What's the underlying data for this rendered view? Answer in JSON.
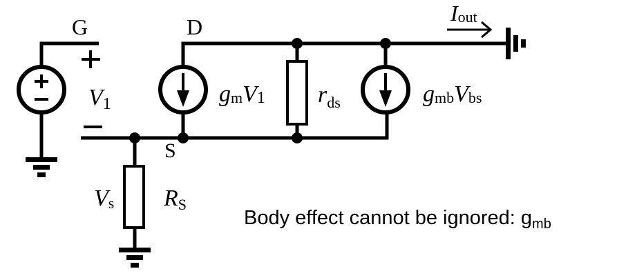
{
  "diagram": {
    "title": "Small-signal model of MOSFET with source degeneration and body effect",
    "nodes": {
      "gate": "G",
      "drain": "D",
      "source": "S"
    },
    "voltage_source": {
      "plus_label": "+",
      "minus_label": "−",
      "polarity_plus": "+",
      "polarity_minus": "−",
      "voltage_var": "V",
      "voltage_sub": "1"
    },
    "gm_source": {
      "coef": "g",
      "coef_sub": "m",
      "var": "V",
      "var_sub": "1"
    },
    "rds": {
      "var": "r",
      "sub": "ds"
    },
    "gmb_source": {
      "coef": "g",
      "coef_sub": "mb",
      "var": "V",
      "var_sub": "bs"
    },
    "output_current": {
      "var": "I",
      "sub": "out"
    },
    "source_resistor": {
      "var": "R",
      "sub": "S",
      "voltage_var": "V",
      "voltage_sub": "s"
    },
    "caption": {
      "text": "Body effect cannot be ignored: g",
      "sub": "mb"
    }
  }
}
